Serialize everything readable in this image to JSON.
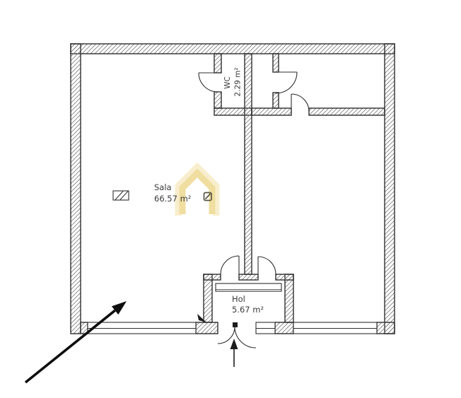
{
  "rooms": {
    "sala": {
      "name": "Sala",
      "area": "66.57 m²"
    },
    "wc": {
      "name": "WC",
      "area": "2.29 m²"
    },
    "hol": {
      "name": "Hol",
      "area": "5.67 m²"
    }
  },
  "icons": {
    "watermark_house": "house-outline-watermark",
    "logo_mark": "rounded-square-with-diagonal",
    "legend_wall_hatch": "hatched-wall-symbol",
    "entrance_arrow": "small-up-arrow",
    "direction_arrow": "large-diagonal-pointer-arrow",
    "door_marker": "black-wedge-marker"
  },
  "colors": {
    "line": "#2e2e2e",
    "hatch": "#7d7d7d",
    "text": "#3a3a3a",
    "marker_black": "#1c1c1c",
    "watermark_yellow": "#eedc9b",
    "watermark_yellow_light": "#f7ecc8"
  }
}
